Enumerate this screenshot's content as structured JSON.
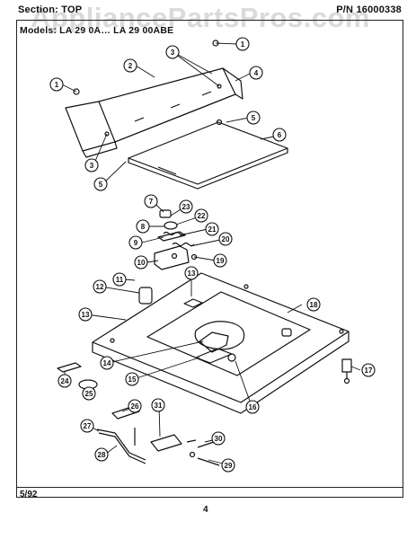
{
  "header": {
    "section": "Section: TOP",
    "part_number": "P/N 16000338",
    "model": "Models: LA 29 0A…  LA 29 00ABE"
  },
  "footer": {
    "date": "5/92",
    "page": "4"
  },
  "watermark": "AppliancePartsPros.com",
  "callouts": [
    "1",
    "2",
    "3",
    "4",
    "5",
    "6",
    "7",
    "8",
    "9",
    "10",
    "11",
    "12",
    "13",
    "14",
    "15",
    "16",
    "17",
    "18",
    "19",
    "20",
    "21",
    "22",
    "23",
    "24",
    "25",
    "26",
    "27",
    "28",
    "29",
    "30",
    "31"
  ],
  "colors": {
    "ink": "#111111",
    "paper": "#ffffff",
    "watermark": "#969696"
  }
}
